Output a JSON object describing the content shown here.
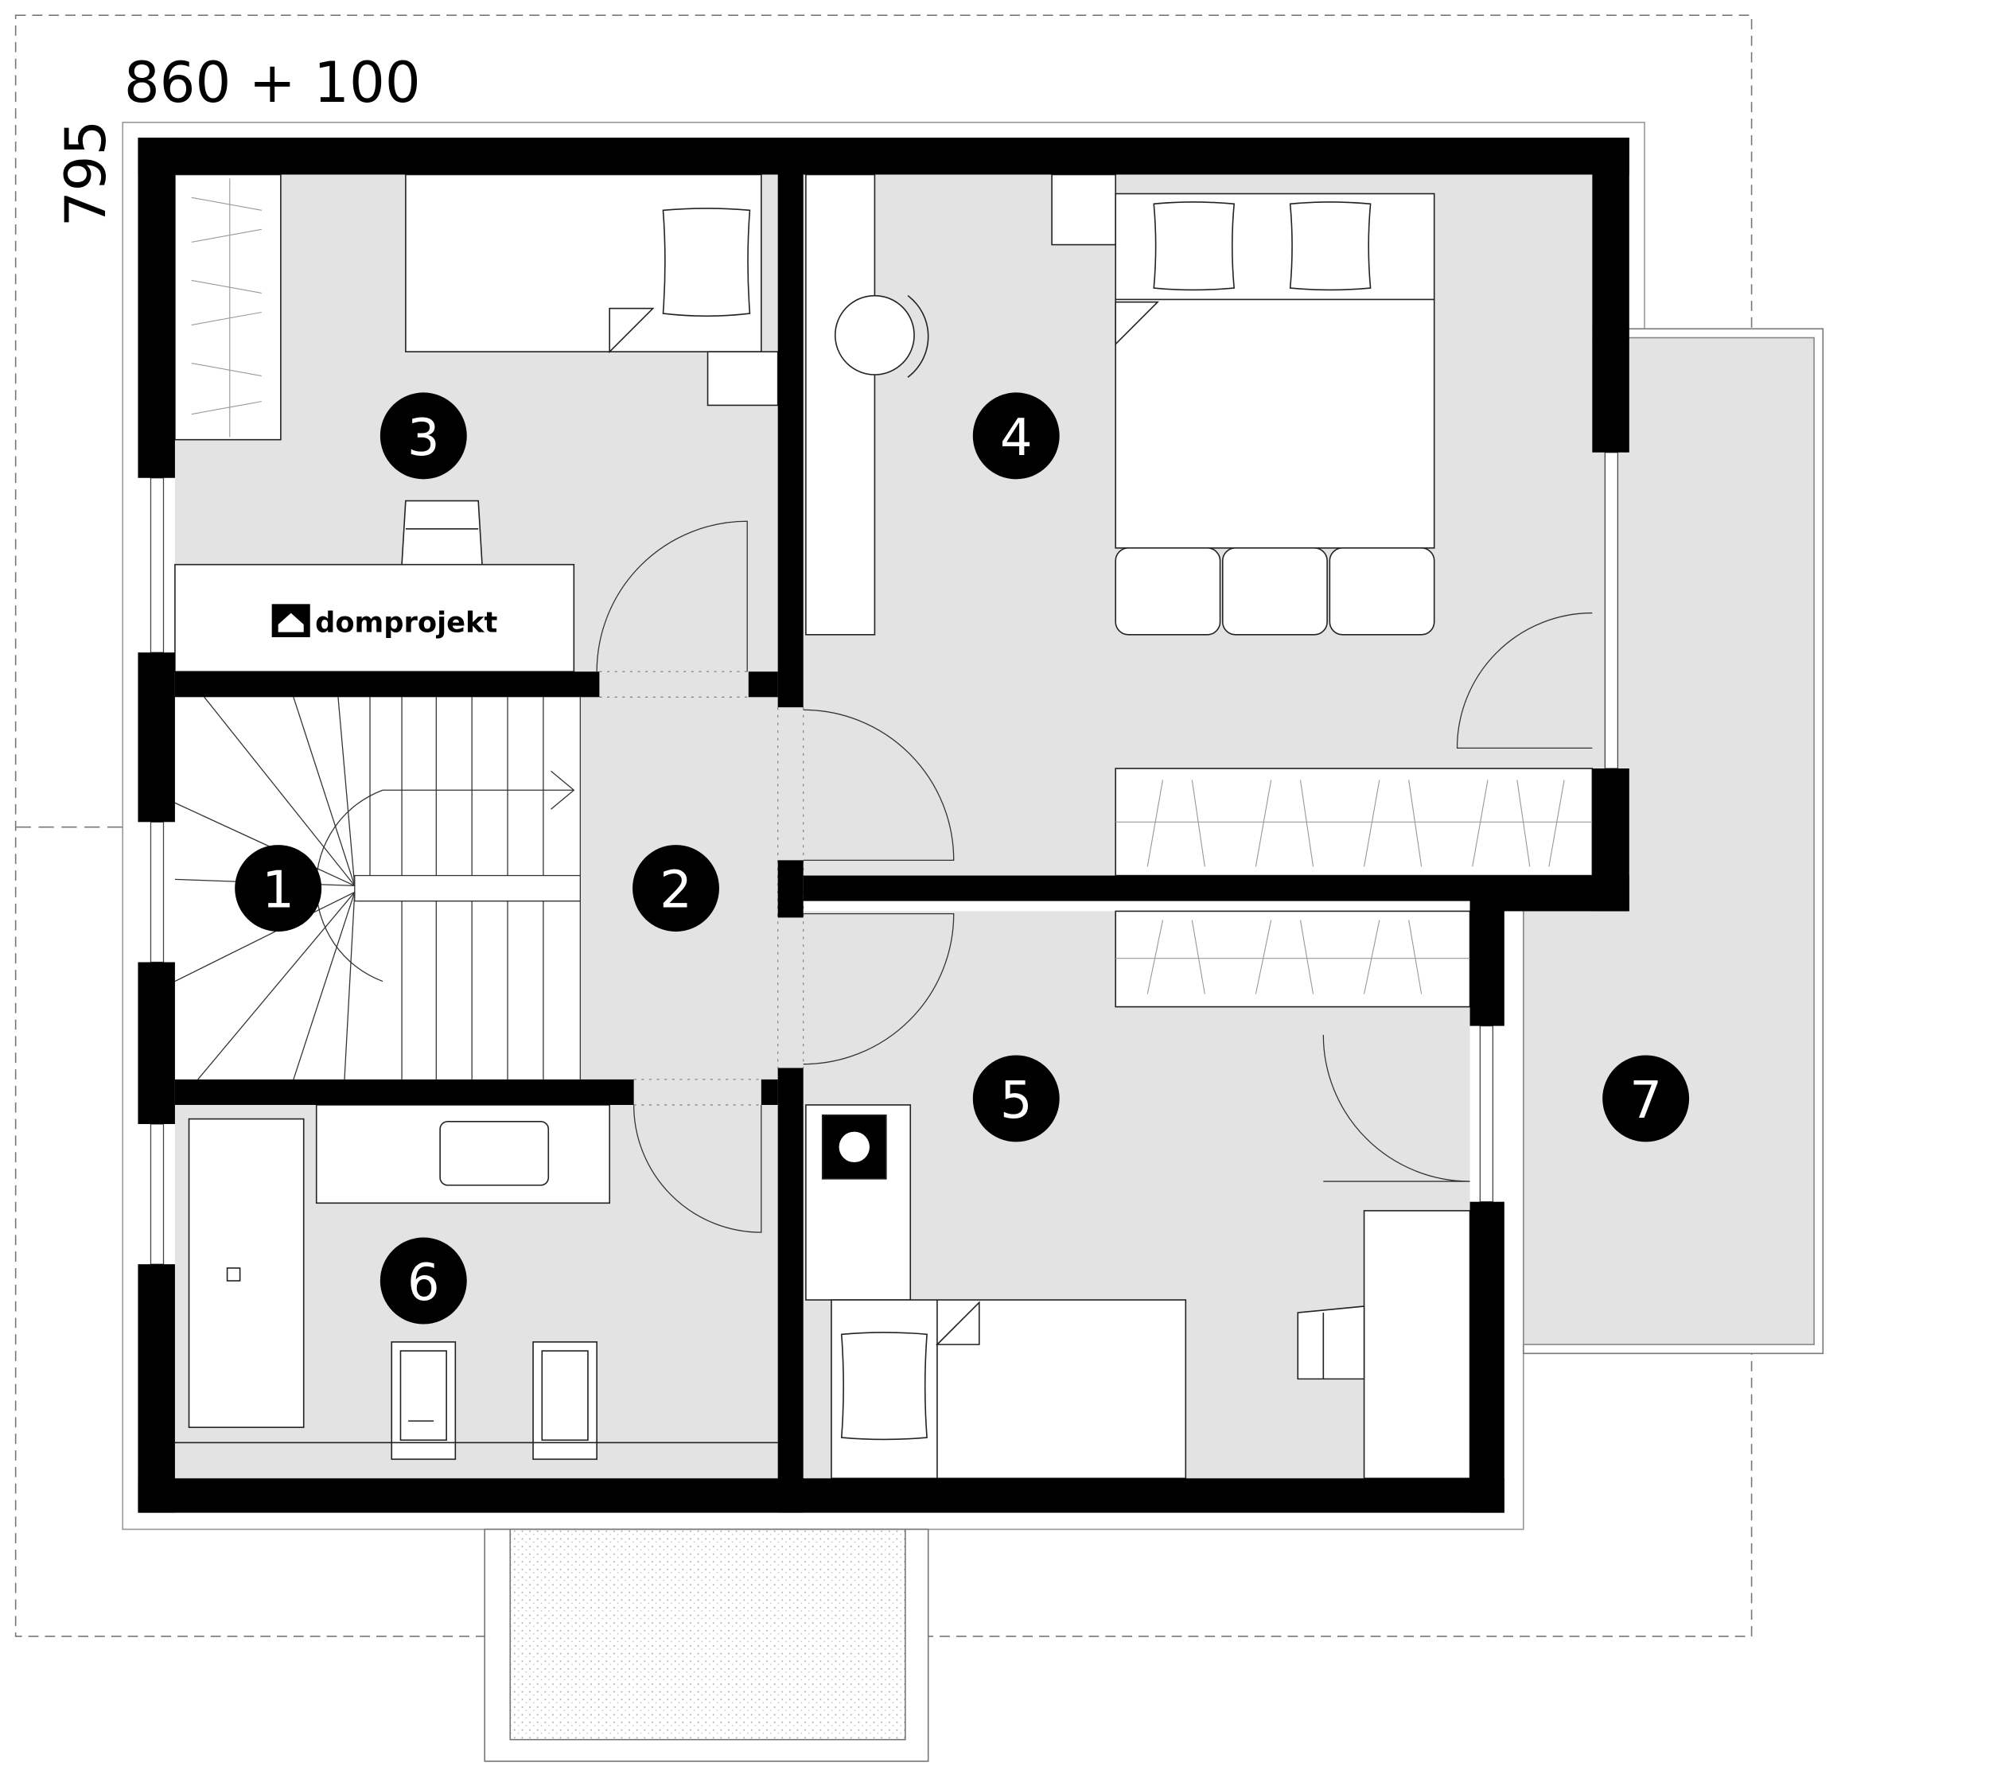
{
  "dimensions": {
    "width_label": "860 + 100",
    "depth_label": "795"
  },
  "logo": {
    "text": "domprojekt"
  },
  "rooms": [
    {
      "number": "1"
    },
    {
      "number": "2"
    },
    {
      "number": "3"
    },
    {
      "number": "4"
    },
    {
      "number": "5"
    },
    {
      "number": "6"
    },
    {
      "number": "7"
    }
  ],
  "colors": {
    "wall": "#000000",
    "floor": "#e3e3e3",
    "furniture": "#ffffff",
    "line": "#555555"
  }
}
